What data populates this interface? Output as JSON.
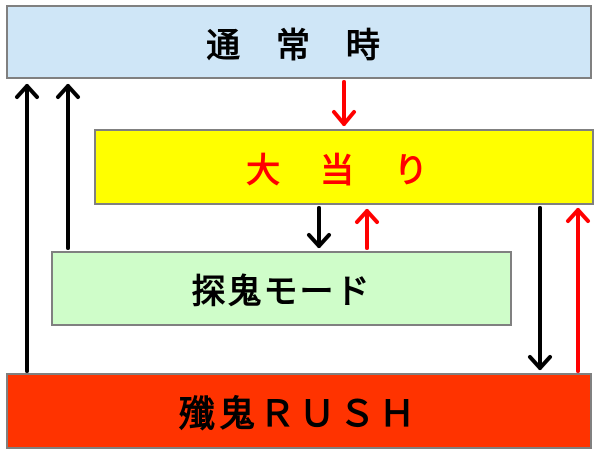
{
  "boxes": {
    "normal": "通 常 時",
    "jackpot": "大 当 り",
    "mode": "探鬼モード",
    "rush": "殲鬼ＲＵＳＨ"
  },
  "colors": {
    "arrow_black": "#000000",
    "arrow_red": "#ff0000",
    "normal_fill": "#cfe6f7",
    "jackpot_fill": "#ffff00",
    "jackpot_text": "#ff0000",
    "mode_fill": "#cffdc9",
    "rush_fill": "#ff3300",
    "border": "#808080"
  }
}
